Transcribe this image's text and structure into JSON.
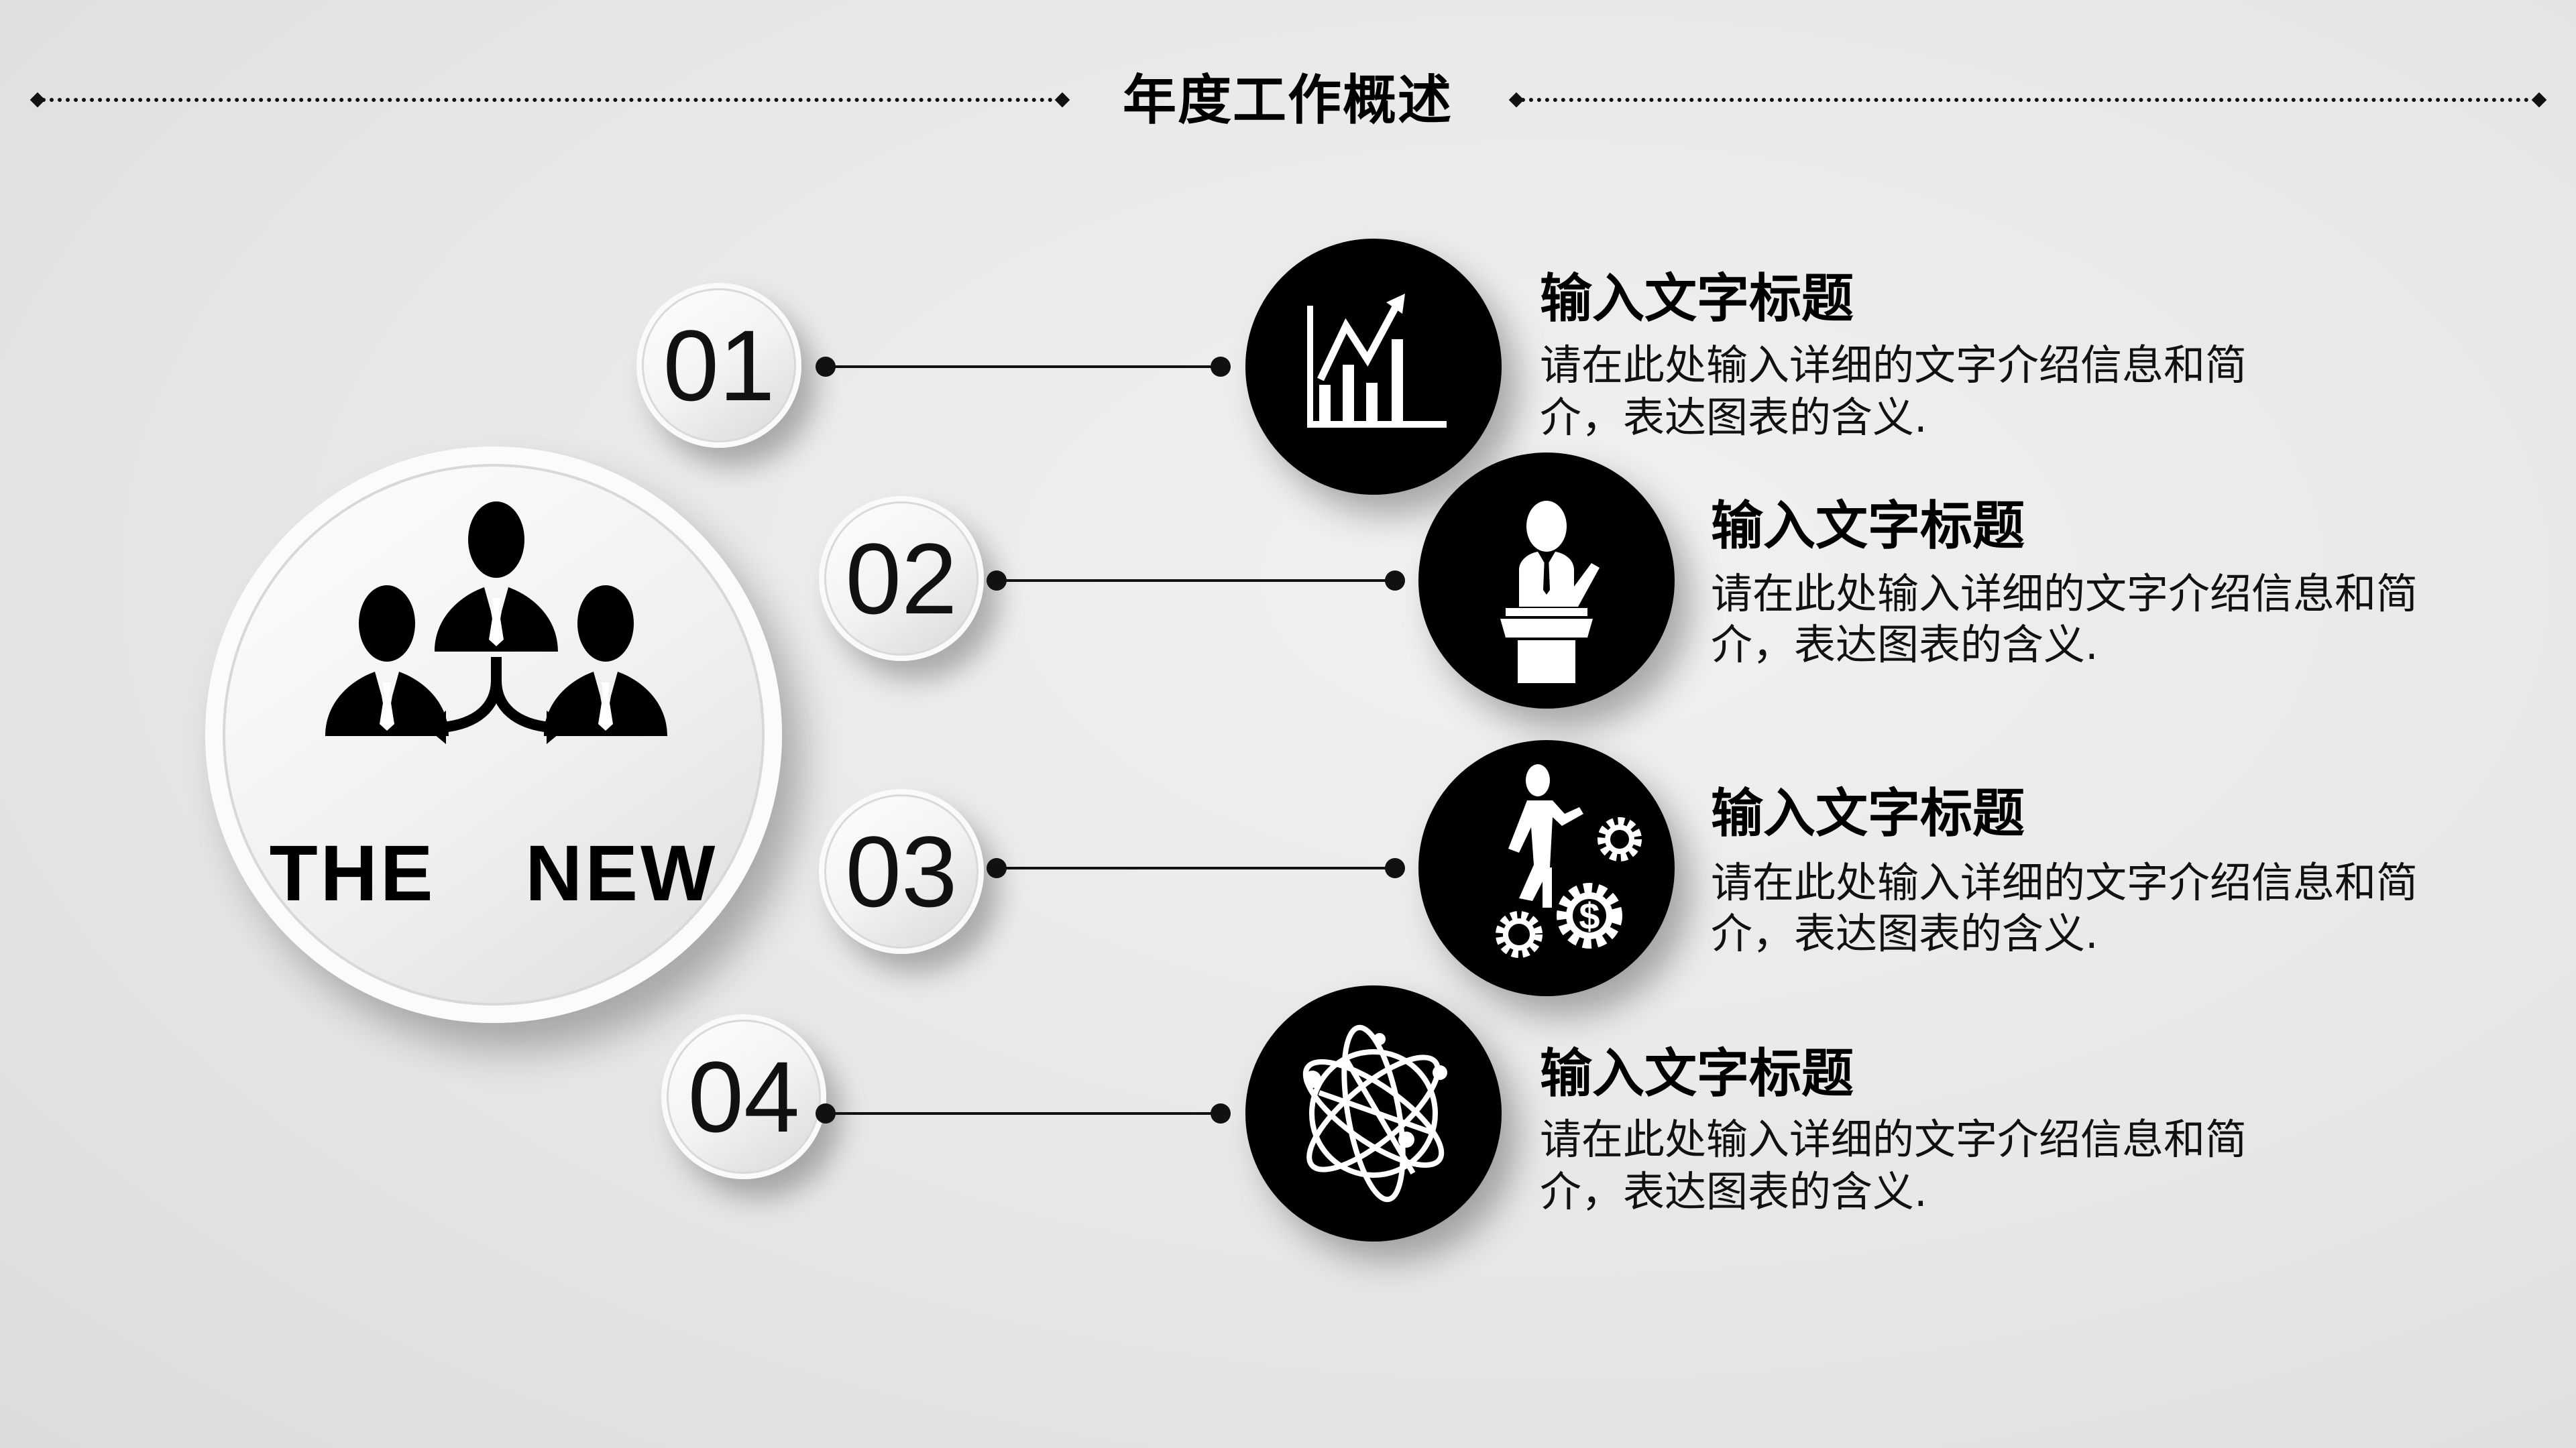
{
  "header": {
    "title": "年度工作概述"
  },
  "center": {
    "label": "THE  NEW",
    "icon": "team-hierarchy-icon"
  },
  "items": [
    {
      "number": "01",
      "icon": "growth-chart-icon",
      "title": "输入文字标题",
      "desc_line1": "请在此处输入详细的文字介绍信息和简",
      "desc_line2": "介，表达图表的含义."
    },
    {
      "number": "02",
      "icon": "speaker-podium-icon",
      "title": "输入文字标题",
      "desc_line1": "请在此处输入详细的文字介绍信息和简",
      "desc_line2": "介，表达图表的含义."
    },
    {
      "number": "03",
      "icon": "businessman-gears-icon",
      "title": "输入文字标题",
      "desc_line1": "请在此处输入详细的文字介绍信息和简",
      "desc_line2": "介，表达图表的含义."
    },
    {
      "number": "04",
      "icon": "atom-globe-icon",
      "title": "输入文字标题",
      "desc_line1": "请在此处输入详细的文字介绍信息和简",
      "desc_line2": "介，表达图表的含义."
    }
  ],
  "colors": {
    "background": "#e8e8e9",
    "accent": "#000000",
    "circle_light": "#f2f2f2"
  }
}
